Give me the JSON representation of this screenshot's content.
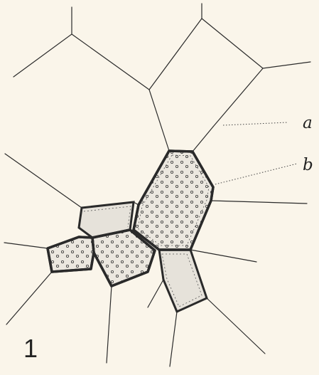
{
  "labels": {
    "a": "a",
    "b": "b"
  },
  "figure_number": "1",
  "colors": {
    "background": "#faf5ea",
    "ink": "#2a2a2a",
    "shaded": "#e6e2da"
  }
}
